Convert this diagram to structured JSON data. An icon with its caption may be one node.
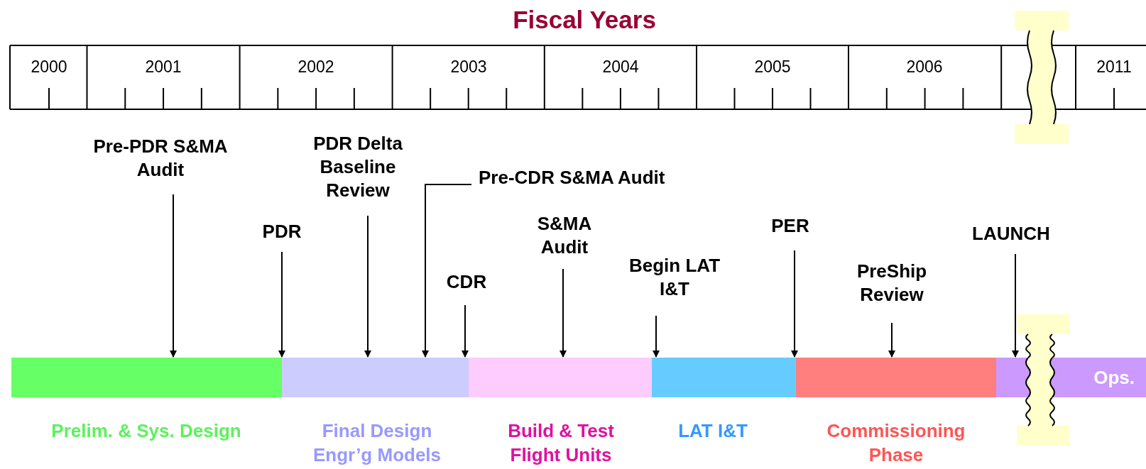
{
  "diagram": {
    "title": "Fiscal Years",
    "nodes": [
      {
        "text": [],
        "shape": "bar",
        "beside": [
          "Prelim. & Sys. Design"
        ]
      },
      {
        "text": [],
        "shape": "bar",
        "beside": [
          "Final Design Engr’g Models"
        ]
      },
      {
        "text": [],
        "shape": "bar",
        "beside": [
          "Build & Test Flight Units"
        ]
      },
      {
        "text": [],
        "shape": "bar",
        "beside": [
          "LAT I&T"
        ]
      },
      {
        "text": [],
        "shape": "bar",
        "beside": [
          "Commissioning Phase"
        ]
      },
      {
        "text": [
          "Ops."
        ]
      },
      {
        "text": [
          "Pre-PDR S&MA Audit"
        ]
      },
      {
        "text": [
          "PDR"
        ]
      },
      {
        "text": [
          "PDR Delta Baseline Review"
        ]
      },
      {
        "text": [
          "Pre-CDR S&MA Audit"
        ]
      },
      {
        "text": [
          "CDR"
        ]
      },
      {
        "text": [
          "S&MA Audit"
        ]
      },
      {
        "text": [
          "Begin LAT I&T"
        ]
      },
      {
        "text": [
          "PER"
        ]
      },
      {
        "text": [
          "PreShip Review"
        ]
      },
      {
        "text": [
          "LAUNCH"
        ]
      }
    ],
    "edges": [
      {
        "from": 6,
        "to": 0,
        "arrow": "to"
      },
      {
        "from": 7,
        "to": 1,
        "arrow": "to"
      },
      {
        "from": 8,
        "to": 1,
        "arrow": "to"
      },
      {
        "from": 9,
        "to": 1,
        "arrow": "to"
      },
      {
        "from": 10,
        "to": 1,
        "arrow": "to"
      },
      {
        "from": 11,
        "to": 2,
        "arrow": "to"
      },
      {
        "from": 12,
        "to": 3,
        "arrow": "to"
      },
      {
        "from": 13,
        "to": 4,
        "arrow": "to"
      },
      {
        "from": 14,
        "to": 4,
        "arrow": "to"
      },
      {
        "from": 15,
        "to": 5,
        "arrow": "to"
      }
    ],
    "labels": [
      "2000",
      "2001",
      "2002",
      "2003",
      "2004",
      "2005",
      "2006",
      "2011"
    ]
  }
}
